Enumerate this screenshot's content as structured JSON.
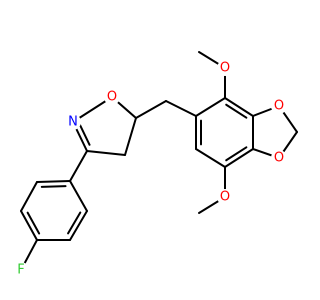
{
  "molecule": {
    "atom_labels": {
      "o_isoxazoline": "O",
      "n_isoxazoline": "N",
      "f_phenyl": "F",
      "o_methoxy_top": "O",
      "o_methoxy_bottom": "O",
      "o_dioxole_upper": "O",
      "o_dioxole_lower": "O"
    },
    "colors": {
      "bond": "#000000",
      "oxygen": "#ff0000",
      "nitrogen": "#0000ff",
      "fluorine": "#33cc33"
    }
  }
}
